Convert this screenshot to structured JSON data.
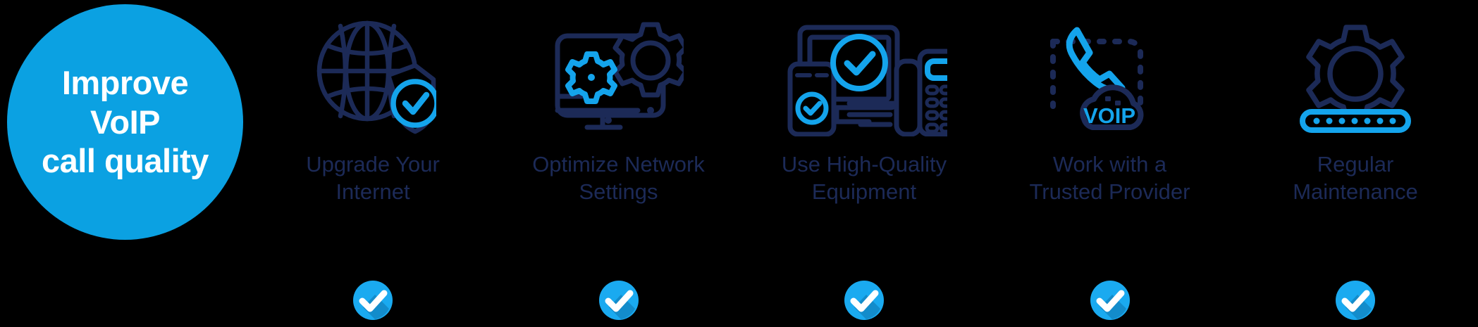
{
  "background_color": "#000000",
  "palette": {
    "brand_blue": "#0ba1e2",
    "bright_blue": "#1aaaf0",
    "navy": "#1c2a57",
    "white": "#ffffff",
    "check_shadow": "#1387c4"
  },
  "hero": {
    "title": "Improve\nVoIP\ncall quality",
    "shape": "circle",
    "fill": "#0ba1e2",
    "text_color": "#ffffff"
  },
  "steps": [
    {
      "index": 1,
      "label": "Upgrade Your\nInternet",
      "icon_name": "globe-shield-check-icon",
      "check_badge": "check-badge-icon"
    },
    {
      "index": 2,
      "label": "Optimize Network\nSettings",
      "icon_name": "monitor-gears-icon",
      "check_badge": "check-badge-icon"
    },
    {
      "index": 3,
      "label": "Use High-Quality\nEquipment",
      "icon_name": "devices-verified-icon",
      "check_badge": "check-badge-icon"
    },
    {
      "index": 4,
      "label": "Work with a\nTrusted Provider",
      "icon_name": "handset-voip-cloud-icon",
      "check_badge": "check-badge-icon",
      "cloud_text": "VOIP"
    },
    {
      "index": 5,
      "label": "Regular\nMaintenance",
      "icon_name": "gear-progress-icon",
      "check_badge": "check-badge-icon"
    }
  ]
}
